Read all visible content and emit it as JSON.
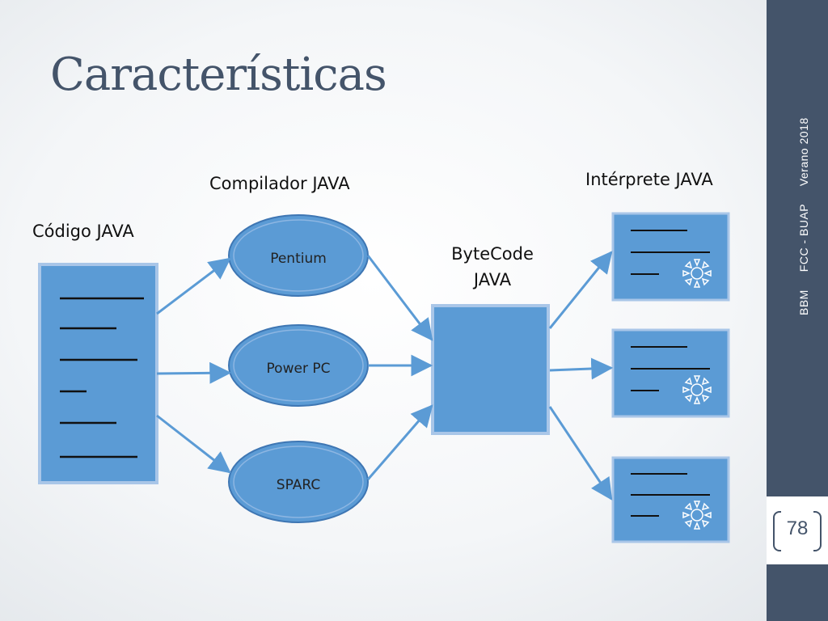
{
  "slide": {
    "title": "Características",
    "page_number": "78",
    "side_text": "BBM     FCC - BUAP     Verano 2018"
  },
  "labels": {
    "source_code": "Código JAVA",
    "compiler": "Compilador JAVA",
    "bytecode_line1": "ByteCode",
    "bytecode_line2": "JAVA",
    "interpreter": "Intérprete JAVA"
  },
  "compilers": [
    "Pentium",
    "Power PC",
    "SPARC"
  ],
  "colors": {
    "accent_blue": "#5b9bd5",
    "border_blue": "#4a7cba",
    "sidebar": "#44546a"
  }
}
